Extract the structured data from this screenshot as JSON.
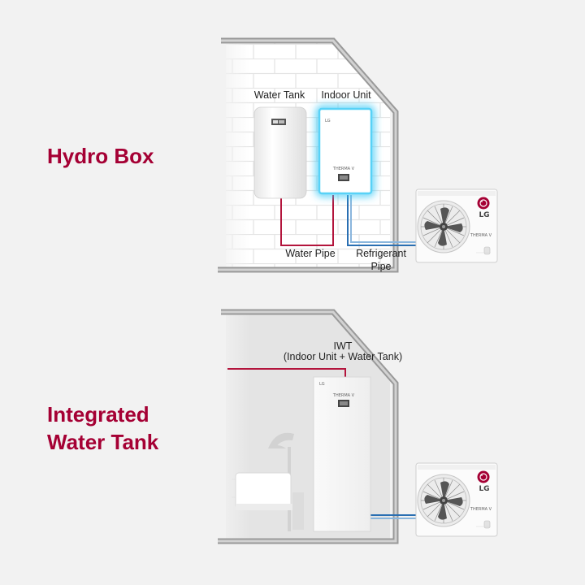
{
  "section_top": {
    "title": "Hydro Box",
    "labels": {
      "water_tank": "Water Tank",
      "indoor_unit": "Indoor Unit",
      "water_pipe": "Water Pipe",
      "refrigerant_pipe_line1": "Refrigerant",
      "refrigerant_pipe_line2": "Pipe"
    }
  },
  "section_bottom": {
    "title_line1": "Integrated",
    "title_line2": "Water Tank",
    "labels": {
      "iwt": "IWT",
      "iwt_detail": "(Indoor Unit + Water Tank)"
    }
  },
  "outdoor_unit": {
    "brand": "LG",
    "model_text": "THERMA V"
  },
  "colors": {
    "brand_red": "#a50034",
    "water_pipe": "#b3143c",
    "refrigerant_pipe": "#2a6fb2",
    "glow": "#38c8f5"
  }
}
